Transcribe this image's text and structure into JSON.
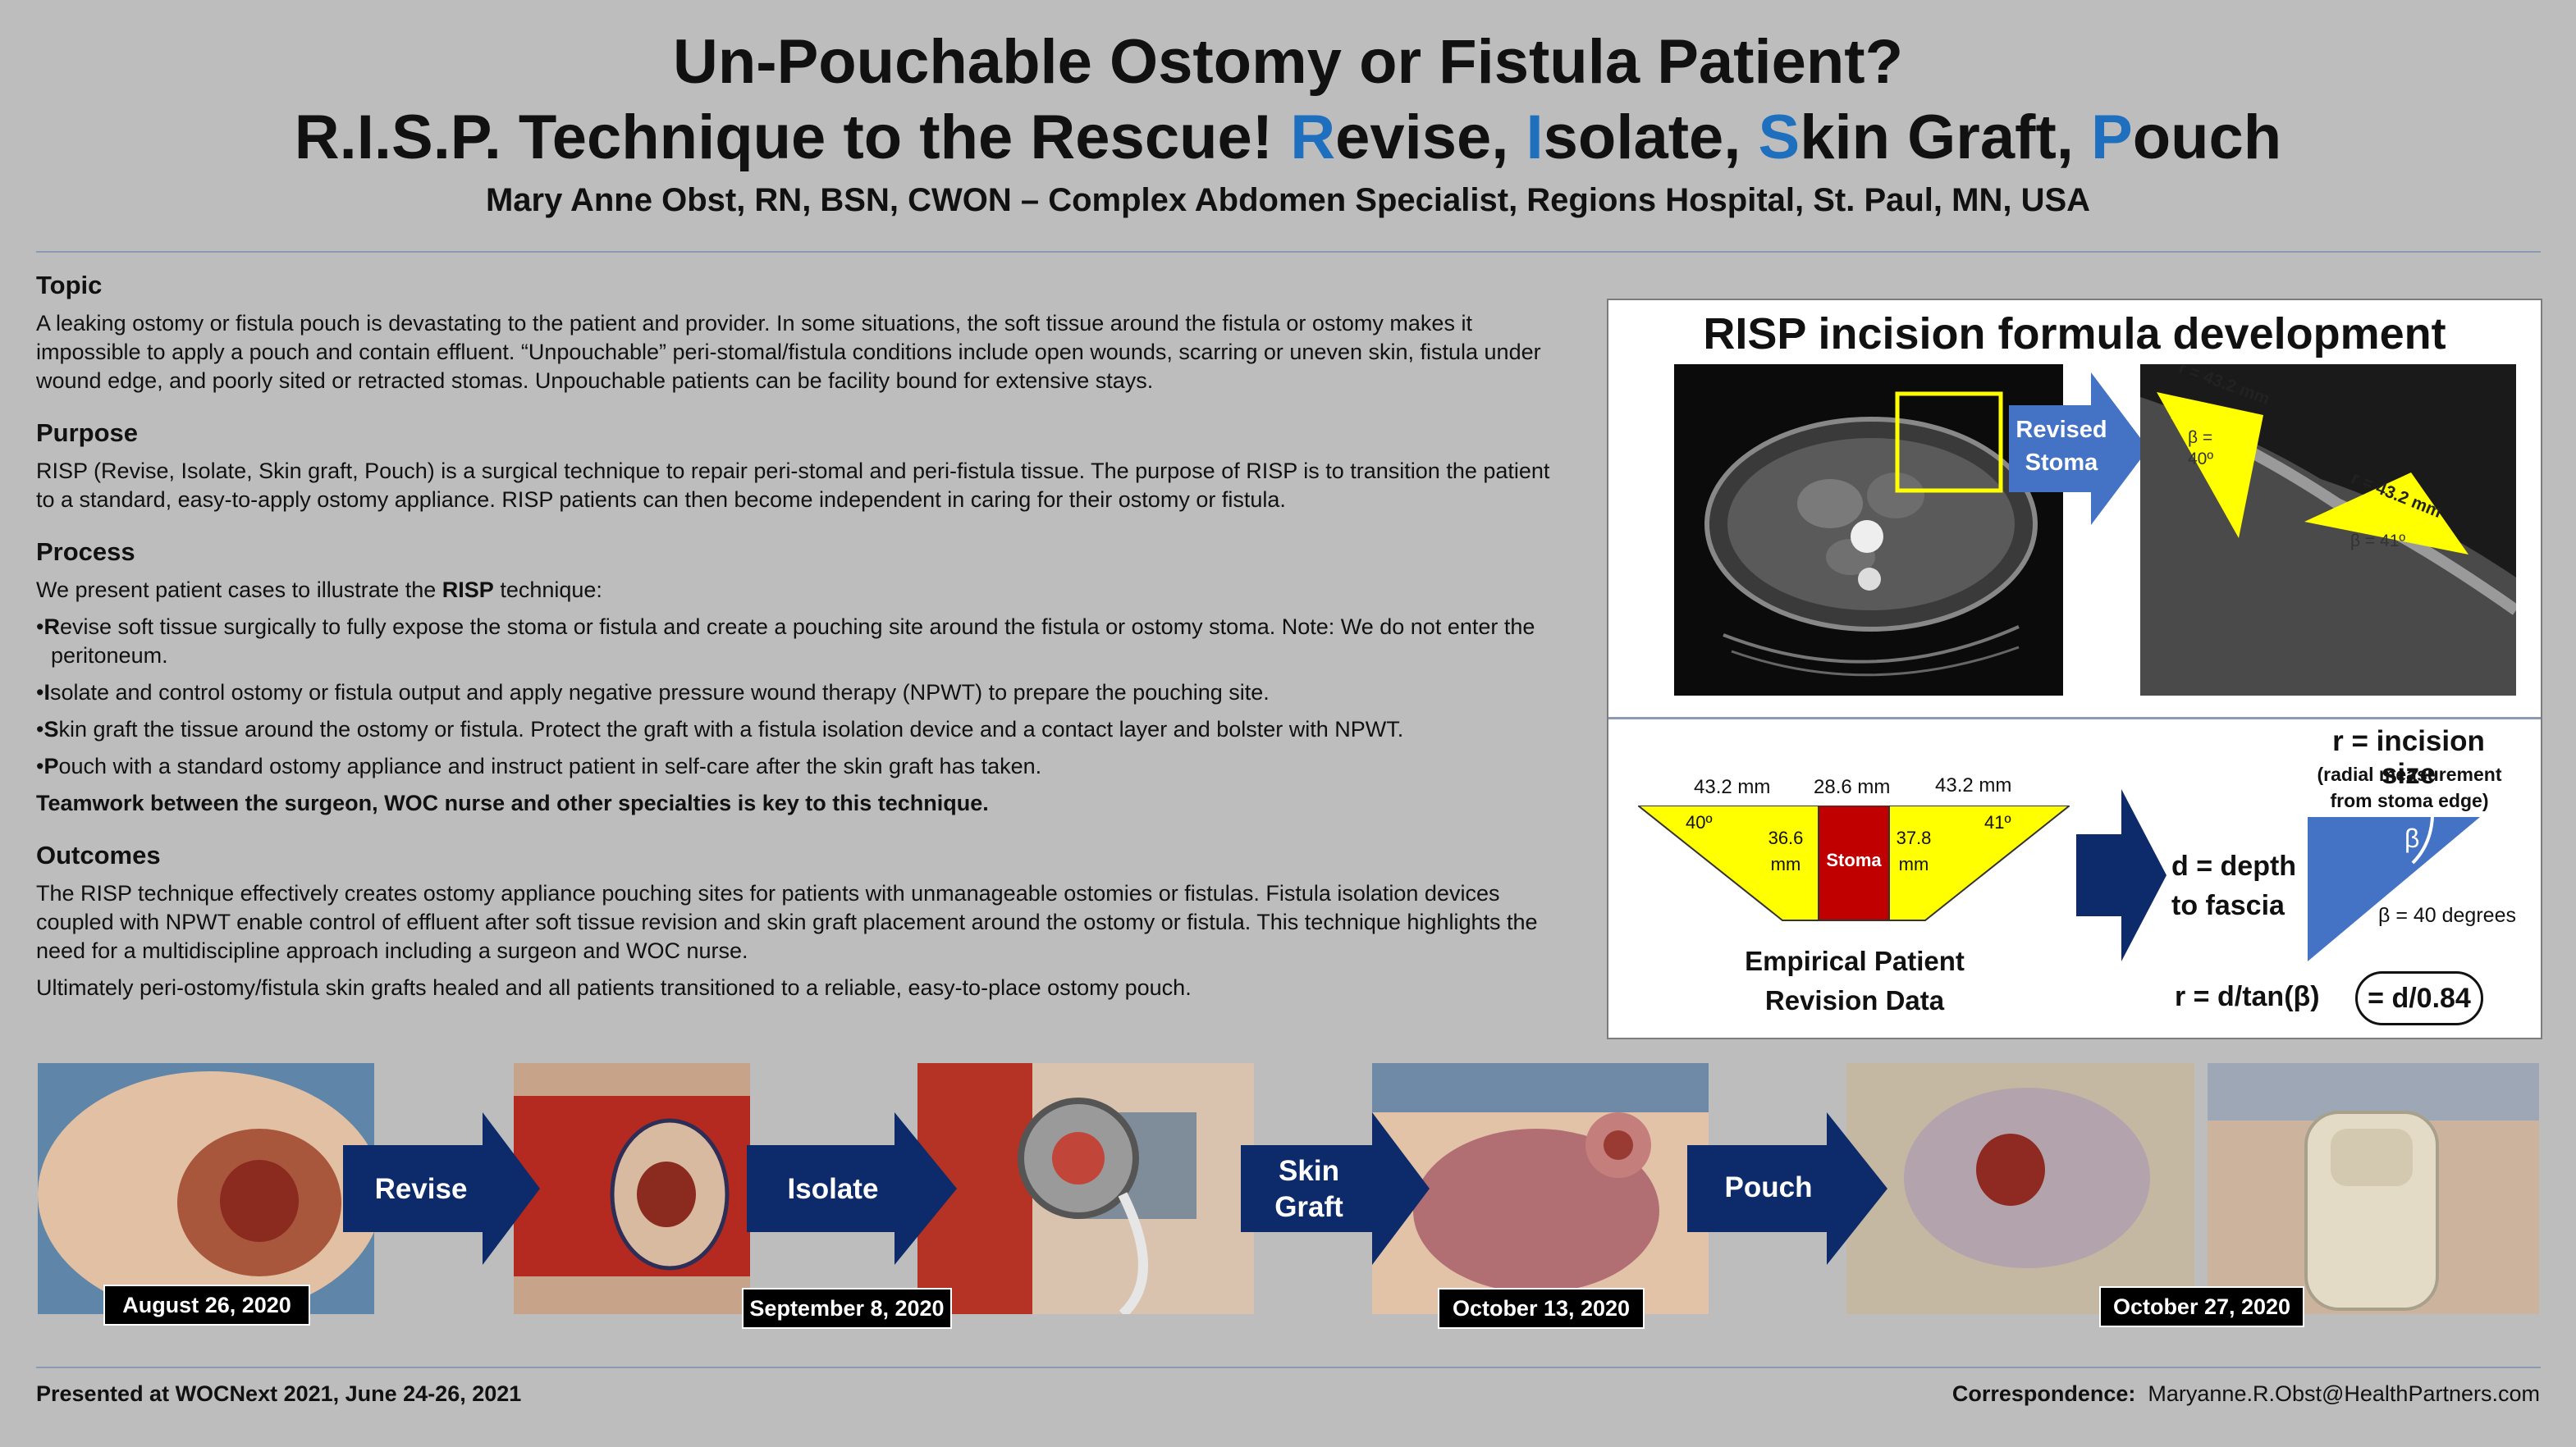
{
  "title": {
    "line1": "Un-Pouchable Ostomy or Fistula Patient?",
    "line2_prefix": "R.I.S.P. Technique to the Rescue! ",
    "r": "R",
    "r_rest": "evise, ",
    "i": "I",
    "i_rest": "solate, ",
    "s": "S",
    "s_rest": "kin Graft, ",
    "p": "P",
    "p_rest": "ouch",
    "author": "Mary Anne Obst, RN, BSN, CWON – Complex Abdomen Specialist, Regions Hospital, St. Paul, MN, USA"
  },
  "sections": {
    "topic": {
      "heading": "Topic",
      "text": "A leaking ostomy or fistula pouch is devastating to the patient and provider. In some situations, the soft tissue around the fistula or ostomy makes it impossible to apply a pouch and contain effluent.  “Unpouchable” peri-stomal/fistula conditions include open wounds, scarring or uneven skin, fistula under wound edge, and poorly sited or retracted stomas.  Unpouchable patients can be facility bound for extensive stays."
    },
    "purpose": {
      "heading": "Purpose",
      "text": "RISP (Revise, Isolate, Skin graft, Pouch) is a surgical technique to repair peri-stomal and peri-fistula tissue.  The purpose of RISP is to transition the patient to a standard, easy-to-apply ostomy appliance.  RISP patients can then become independent in caring for their ostomy or fistula."
    },
    "process": {
      "heading": "Process",
      "intro_prefix": "We present patient cases to illustrate the ",
      "intro_bold": "RISP",
      "intro_suffix": " technique:",
      "bullets": [
        {
          "letter": "R",
          "text": "evise soft tissue surgically to fully expose the stoma or fistula and create a pouching site around the fistula or ostomy stoma. Note: We do not enter the peritoneum."
        },
        {
          "letter": "I",
          "text": "solate and control ostomy or fistula output and apply negative pressure wound therapy (NPWT) to prepare the pouching site."
        },
        {
          "letter": "S",
          "text": "kin graft the tissue around the ostomy or fistula. Protect the graft with a fistula isolation device and a contact layer and bolster with NPWT."
        },
        {
          "letter": "P",
          "text": "ouch with a standard ostomy appliance and instruct patient in self-care after the skin graft has taken."
        }
      ],
      "teamwork": "Teamwork between the surgeon, WOC nurse and other specialties is key to this technique."
    },
    "outcomes": {
      "heading": "Outcomes",
      "p1": "The RISP technique effectively creates ostomy appliance pouching sites for patients with unmanageable ostomies or fistulas. Fistula isolation devices coupled with NPWT enable control of effluent after soft tissue revision and skin graft placement around the ostomy or fistula.  This technique highlights the need for a multidiscipline approach including a surgeon and WOC nurse.",
      "p2": "Ultimately peri-ostomy/fistula skin grafts healed and all patients transitioned to a reliable, easy-to-place ostomy pouch."
    }
  },
  "panel": {
    "title": "RISP incision formula development",
    "revised_arrow": "Revised Stoma",
    "ct_left_label": "r = 43.2 mm",
    "ct_left_beta": "β = 40º",
    "ct_right_label": "r = 43.2 mm",
    "ct_right_beta": "β = 41º",
    "diagram": {
      "top_left": "43.2 mm",
      "top_mid": "28.6 mm",
      "top_right": "43.2 mm",
      "angle_left": "40º",
      "angle_right": "41º",
      "depth_left": "36.6 mm",
      "depth_right": "37.8 mm",
      "stoma": "Stoma",
      "caption_line1": "Empirical Patient",
      "caption_line2": "Revision Data"
    },
    "formula": {
      "d_line1": "d = depth",
      "d_line2": "to fascia",
      "r_title": "r = incision size",
      "r_sub1": "(radial measurement",
      "r_sub2": "from stoma edge)",
      "beta": "β",
      "beta_value": "β = 40 degrees",
      "eq_left": "r =  d/tan(β)",
      "eq_right": "= d/0.84"
    }
  },
  "timeline": {
    "steps": [
      "Revise",
      "Isolate",
      "Skin Graft",
      "Pouch"
    ],
    "dates": [
      "August 26, 2020",
      "September 8, 2020",
      "October 13, 2020",
      "October 27, 2020"
    ]
  },
  "footer": {
    "left": "Presented at WOCNext 2021, June 24-26, 2021",
    "right_label": "Correspondence:",
    "right_email": "Maryanne.R.Obst@HealthPartners.com"
  },
  "colors": {
    "accent_blue": "#1f6fbf",
    "navy_arrow": "#0d2a6b",
    "panel_arrow": "#4472c4",
    "yellow": "#ffff00",
    "stoma_red": "#c00000"
  }
}
